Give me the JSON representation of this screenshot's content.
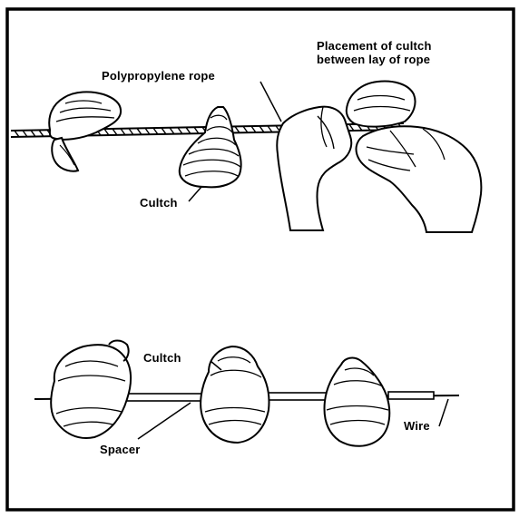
{
  "top_panel": {
    "rope_label": "Polypropylene rope",
    "cultch_label": "Cultch",
    "placement_line1": "Placement of cultch",
    "placement_line2": "between lay of rope"
  },
  "bottom_panel": {
    "cultch_label": "Cultch",
    "spacer_label": "Spacer",
    "wire_label": "Wire"
  }
}
